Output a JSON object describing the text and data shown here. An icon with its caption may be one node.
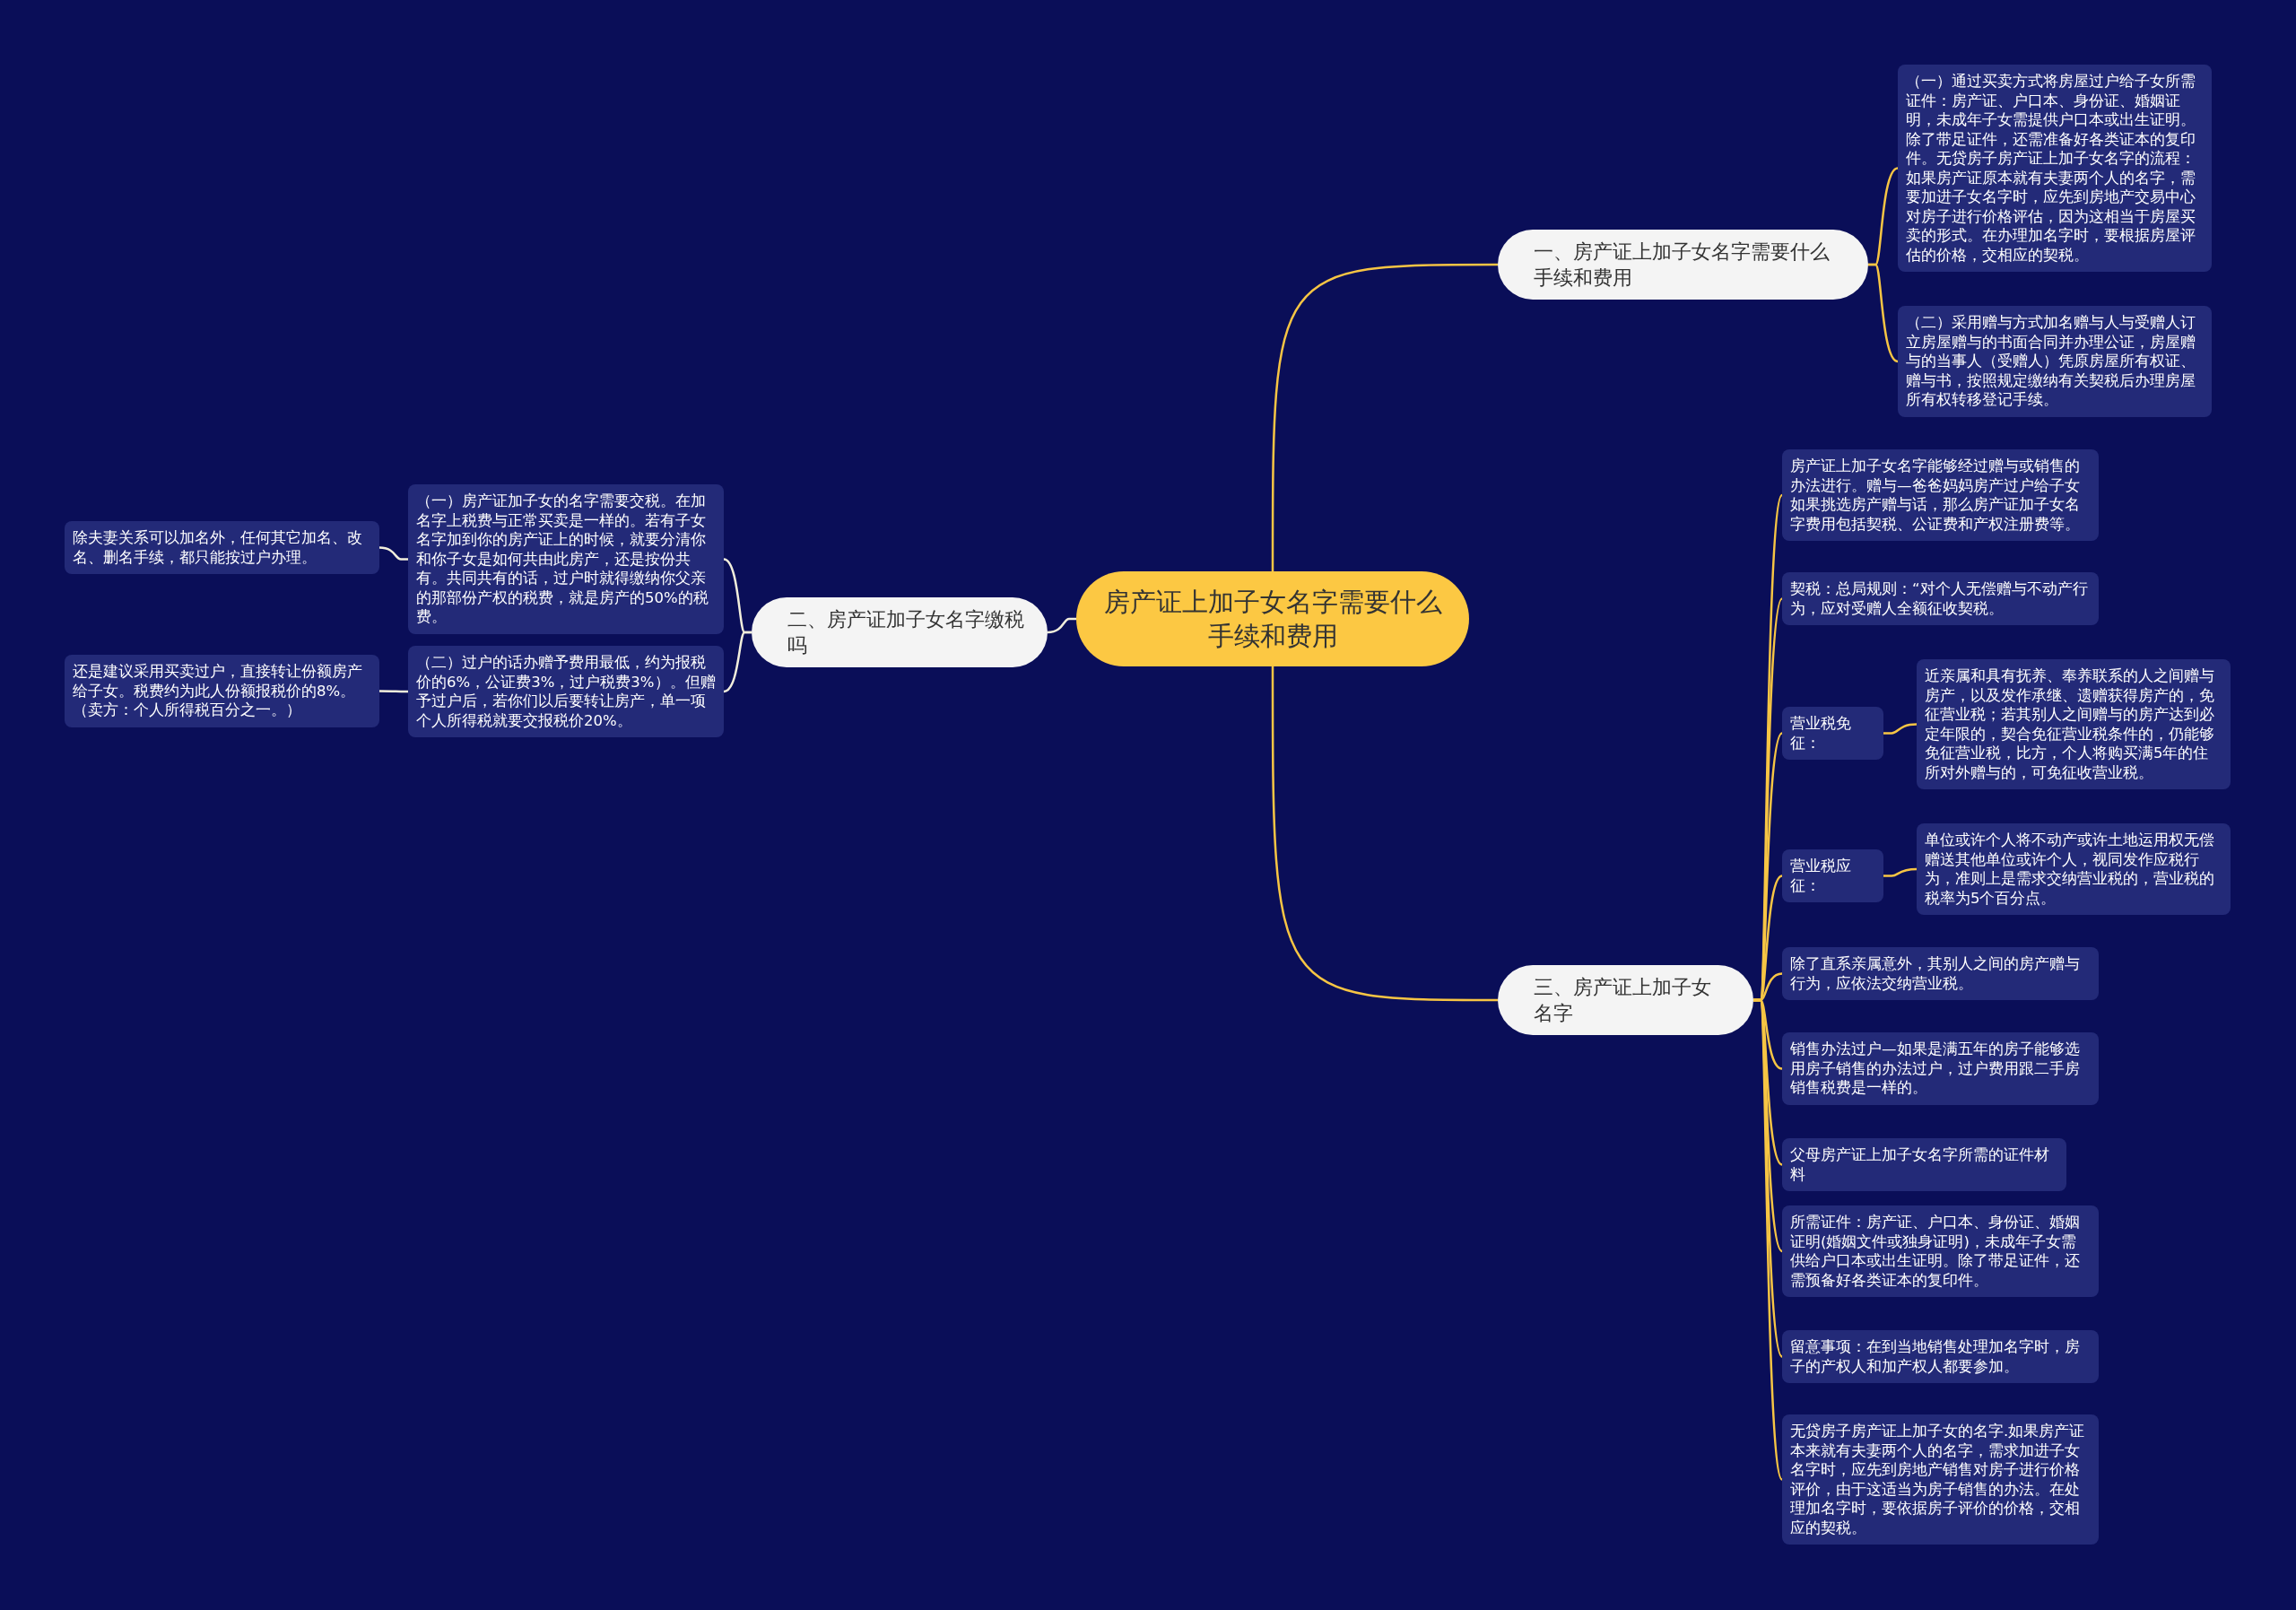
{
  "diagram": {
    "nodes": [
      {
        "text": [
          "房产证上加子女名字需要什么手续和费用"
        ]
      },
      {
        "text": [
          "一、房产证上加子女名字需要什么手续和费用"
        ]
      },
      {
        "text": [
          "（一）通过买卖方式将房屋过户给子女所需证件：房产证、户口本、身份证、婚姻证明，未成年子女需提供户口本或出生证明。除了带足证件，还需准备好各类证本的复印件。无贷房子房产证上加子女名字的流程：如果房产证原本就有夫妻两个人的名字，需要加进子女名字时，应先到房地产交易中心对房子进行价格评估，因为这相当于房屋买卖的形式。在办理加名字时，要根据房屋评估的价格，交相应的契税。"
        ]
      },
      {
        "text": [
          "（二）采用赠与方式加名赠与人与受赠人订立房屋赠与的书面合同并办理公证，房屋赠与的当事人（受赠人）凭原房屋所有权证、赠与书，按照规定缴纳有关契税后办理房屋所有权转移登记手续。"
        ]
      },
      {
        "text": [
          "二、房产证加子女名字缴税吗"
        ]
      },
      {
        "text": [
          "（一）房产证加子女的名字需要交税。在加名字上税费与正常买卖是一样的。若有子女名字加到你的房产证上的时候，就要分清你和你子女是如何共由此房产，还是按份共有。共同共有的话，过户时就得缴纳你父亲的那部份产权的税费，就是房产的50%的税费。"
        ]
      },
      {
        "text": [
          "除夫妻关系可以加名外，任何其它加名、改名、删名手续，都只能按过户办理。"
        ]
      },
      {
        "text": [
          "（二）过户的话办赠予费用最低，约为报税价的6%，公证费3%，过户税费3%）。但赠予过户后，若你们以后要转让房产，单一项个人所得税就要交报税价20%。"
        ]
      },
      {
        "text": [
          "还是建议采用买卖过户，直接转让份额房产给子女。税费约为此人份额报税价的8%。（卖方：个人所得税百分之一。）"
        ]
      },
      {
        "text": [
          "三、房产证上加子女名字"
        ]
      },
      {
        "text": [
          "房产证上加子女名字能够经过赠与或销售的办法进行。赠与—爸爸妈妈房产过户给子女如果挑选房产赠与话，那么房产证加子女名字费用包括契税、公证费和产权注册费等。"
        ]
      },
      {
        "text": [
          "契税：总局规则：“对个人无偿赠与不动产行为，应对受赠人全额征收契税。"
        ]
      },
      {
        "text": [
          "营业税免征："
        ]
      },
      {
        "text": [
          "近亲属和具有抚养、奉养联系的人之间赠与房产，以及发作承继、遗赠获得房产的，免征营业税；若其别人之间赠与的房产达到必定年限的，契合免征营业税条件的，仍能够免征营业税，比方，个人将购买满5年的住所对外赠与的，可免征收营业税。"
        ]
      },
      {
        "text": [
          "营业税应征："
        ]
      },
      {
        "text": [
          "单位或许个人将不动产或许土地运用权无偿赠送其他单位或许个人，视同发作应税行为，准则上是需求交纳营业税的，营业税的税率为5个百分点。"
        ]
      },
      {
        "text": [
          "除了直系亲属意外，其别人之间的房产赠与行为，应依法交纳营业税。"
        ]
      },
      {
        "text": [
          "销售办法过户—如果是满五年的房子能够选用房子销售的办法过户，过户费用跟二手房销售税费是一样的。"
        ]
      },
      {
        "text": [
          "父母房产证上加子女名字所需的证件材料"
        ]
      },
      {
        "text": [
          "所需证件：房产证、户口本、身份证、婚姻证明(婚姻文件或独身证明)，未成年子女需供给户口本或出生证明。除了带足证件，还需预备好各类证本的复印件。"
        ]
      },
      {
        "text": [
          "留意事项：在到当地销售处理加名字时，房子的产权人和加产权人都要参加。"
        ]
      },
      {
        "text": [
          "无贷房子房产证上加子女的名字.如果房产证本来就有夫妻两个人的名字，需求加进子女名字时，应先到房地产销售对房子进行价格评价，由于这适当为房子销售的办法。在处理加名字时，要依据房子评价的价格，交相应的契税。"
        ]
      }
    ],
    "edges": [
      {
        "from": 0,
        "to": 1,
        "arrow": "none"
      },
      {
        "from": 1,
        "to": 2,
        "arrow": "none"
      },
      {
        "from": 1,
        "to": 3,
        "arrow": "none"
      },
      {
        "from": 0,
        "to": 4,
        "arrow": "none",
        "color": "#f2eedc"
      },
      {
        "from": 4,
        "to": 5,
        "arrow": "none",
        "color": "#f2eedc"
      },
      {
        "from": 5,
        "to": 6,
        "arrow": "none",
        "color": "#f2eedc"
      },
      {
        "from": 4,
        "to": 7,
        "arrow": "none",
        "color": "#f2eedc"
      },
      {
        "from": 7,
        "to": 8,
        "arrow": "none",
        "color": "#f2eedc"
      },
      {
        "from": 0,
        "to": 9,
        "arrow": "none"
      },
      {
        "from": 9,
        "to": 10,
        "arrow": "none"
      },
      {
        "from": 9,
        "to": 11,
        "arrow": "none"
      },
      {
        "from": 9,
        "to": 12,
        "arrow": "none"
      },
      {
        "from": 12,
        "to": 13,
        "arrow": "none"
      },
      {
        "from": 9,
        "to": 14,
        "arrow": "none"
      },
      {
        "from": 14,
        "to": 15,
        "arrow": "none"
      },
      {
        "from": 9,
        "to": 16,
        "arrow": "none"
      },
      {
        "from": 9,
        "to": 17,
        "arrow": "none"
      },
      {
        "from": 9,
        "to": 18,
        "arrow": "none"
      },
      {
        "from": 9,
        "to": 19,
        "arrow": "none"
      },
      {
        "from": 9,
        "to": 20,
        "arrow": "none"
      },
      {
        "from": 9,
        "to": 21,
        "arrow": "none"
      }
    ]
  }
}
